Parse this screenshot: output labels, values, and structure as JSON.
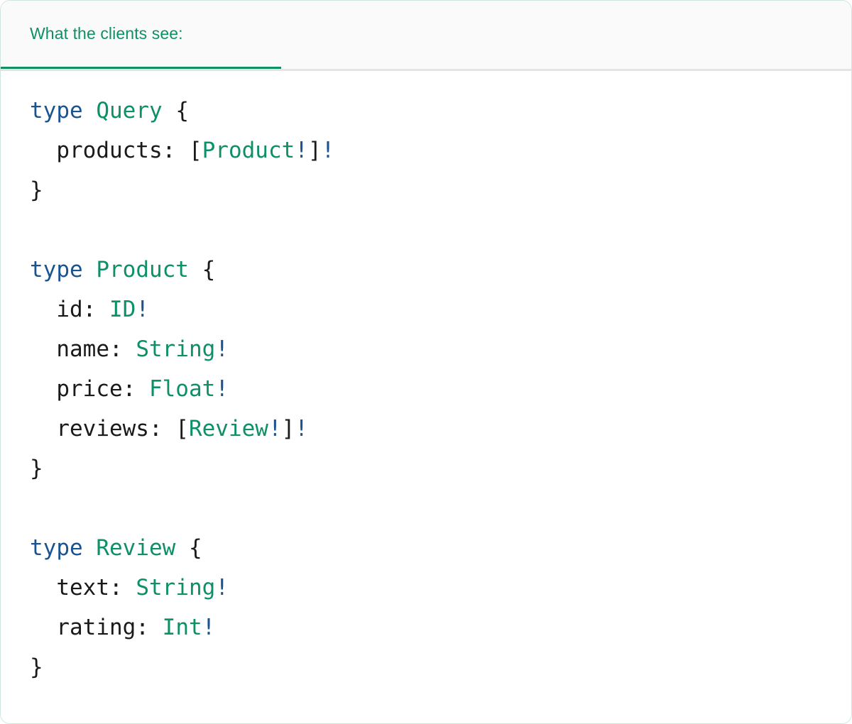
{
  "card": {
    "border_color": "#cfe7da",
    "background": "#ffffff"
  },
  "tabs": {
    "active_index": 0,
    "accent_color": "#0d9068",
    "header_background": "#fafafa",
    "divider_color": "#e4e4e4",
    "items": [
      {
        "label": "What the clients see:"
      }
    ]
  },
  "code": {
    "language": "graphql",
    "colors": {
      "keyword": "#1a5490",
      "type_name": "#0d9068",
      "punctuation": "#1a1a1a",
      "field_name": "#1a1a1a",
      "non_null": "#1a5490"
    },
    "lines": [
      {
        "id": "l1",
        "tokens": [
          {
            "t": "type",
            "c": "kw"
          },
          {
            "t": " ",
            "c": "punc"
          },
          {
            "t": "Query",
            "c": "type"
          },
          {
            "t": " {",
            "c": "punc"
          }
        ]
      },
      {
        "id": "l2",
        "tokens": [
          {
            "t": "  ",
            "c": "punc"
          },
          {
            "t": "products:",
            "c": "field"
          },
          {
            "t": " [",
            "c": "punc"
          },
          {
            "t": "Product",
            "c": "type"
          },
          {
            "t": "!",
            "c": "bang"
          },
          {
            "t": "]",
            "c": "punc"
          },
          {
            "t": "!",
            "c": "bang"
          }
        ]
      },
      {
        "id": "l3",
        "tokens": [
          {
            "t": "}",
            "c": "punc"
          }
        ]
      },
      {
        "id": "l4",
        "tokens": []
      },
      {
        "id": "l5",
        "tokens": [
          {
            "t": "type",
            "c": "kw"
          },
          {
            "t": " ",
            "c": "punc"
          },
          {
            "t": "Product",
            "c": "type"
          },
          {
            "t": " {",
            "c": "punc"
          }
        ]
      },
      {
        "id": "l6",
        "tokens": [
          {
            "t": "  ",
            "c": "punc"
          },
          {
            "t": "id:",
            "c": "field"
          },
          {
            "t": " ",
            "c": "punc"
          },
          {
            "t": "ID",
            "c": "type"
          },
          {
            "t": "!",
            "c": "bang"
          }
        ]
      },
      {
        "id": "l7",
        "tokens": [
          {
            "t": "  ",
            "c": "punc"
          },
          {
            "t": "name:",
            "c": "field"
          },
          {
            "t": " ",
            "c": "punc"
          },
          {
            "t": "String",
            "c": "type"
          },
          {
            "t": "!",
            "c": "bang"
          }
        ]
      },
      {
        "id": "l8",
        "tokens": [
          {
            "t": "  ",
            "c": "punc"
          },
          {
            "t": "price:",
            "c": "field"
          },
          {
            "t": " ",
            "c": "punc"
          },
          {
            "t": "Float",
            "c": "type"
          },
          {
            "t": "!",
            "c": "bang"
          }
        ]
      },
      {
        "id": "l9",
        "tokens": [
          {
            "t": "  ",
            "c": "punc"
          },
          {
            "t": "reviews:",
            "c": "field"
          },
          {
            "t": " [",
            "c": "punc"
          },
          {
            "t": "Review",
            "c": "type"
          },
          {
            "t": "!",
            "c": "bang"
          },
          {
            "t": "]",
            "c": "punc"
          },
          {
            "t": "!",
            "c": "bang"
          }
        ]
      },
      {
        "id": "l10",
        "tokens": [
          {
            "t": "}",
            "c": "punc"
          }
        ]
      },
      {
        "id": "l11",
        "tokens": []
      },
      {
        "id": "l12",
        "tokens": [
          {
            "t": "type",
            "c": "kw"
          },
          {
            "t": " ",
            "c": "punc"
          },
          {
            "t": "Review",
            "c": "type"
          },
          {
            "t": " {",
            "c": "punc"
          }
        ]
      },
      {
        "id": "l13",
        "tokens": [
          {
            "t": "  ",
            "c": "punc"
          },
          {
            "t": "text:",
            "c": "field"
          },
          {
            "t": " ",
            "c": "punc"
          },
          {
            "t": "String",
            "c": "type"
          },
          {
            "t": "!",
            "c": "bang"
          }
        ]
      },
      {
        "id": "l14",
        "tokens": [
          {
            "t": "  ",
            "c": "punc"
          },
          {
            "t": "rating:",
            "c": "field"
          },
          {
            "t": " ",
            "c": "punc"
          },
          {
            "t": "Int",
            "c": "type"
          },
          {
            "t": "!",
            "c": "bang"
          }
        ]
      },
      {
        "id": "l15",
        "tokens": [
          {
            "t": "}",
            "c": "punc"
          }
        ]
      }
    ]
  }
}
